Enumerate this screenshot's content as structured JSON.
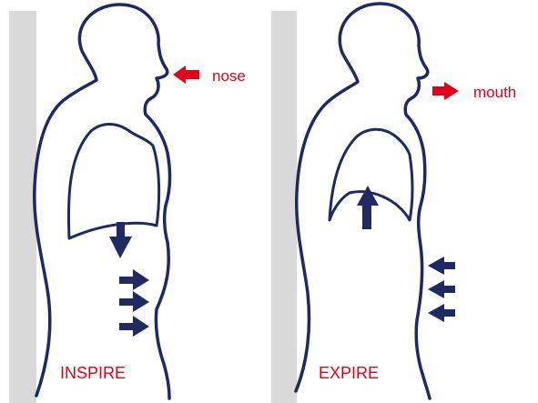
{
  "panels": [
    {
      "id": "inspire",
      "caption": "INSPIRE",
      "airway_label": "nose"
    },
    {
      "id": "expire",
      "caption": "EXPIRE",
      "airway_label": "mouth"
    }
  ],
  "colors": {
    "outline": "#1f2a63",
    "arrow_blue": "#1f2a63",
    "arrow_red": "#e2001a",
    "wall": "#d9d9d9",
    "background": "#ffffff"
  }
}
